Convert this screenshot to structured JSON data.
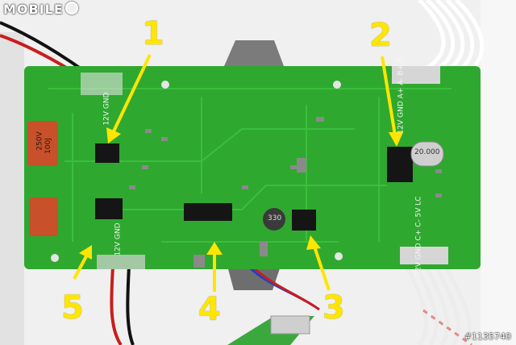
{
  "watermark": {
    "brand": "MOBILE",
    "icon": "smiley-logo-icon"
  },
  "photo_id": "#1135740",
  "callouts": [
    "1",
    "2",
    "3",
    "4",
    "5"
  ],
  "pcb_labels": {
    "power_top": "12V GND",
    "power_bottom": "12V GND",
    "right_top": "12V GND A+ A- B+ B-",
    "right_bottom": "12V GND C+ C- 5V LC",
    "cap1": "250V",
    "cap2": "100J",
    "crystal": "20.000",
    "inductor": "330"
  },
  "colors": {
    "pcb_green": "#2fa830",
    "callout_yellow": "#ffe600",
    "capacitor_orange": "#c8502a"
  }
}
